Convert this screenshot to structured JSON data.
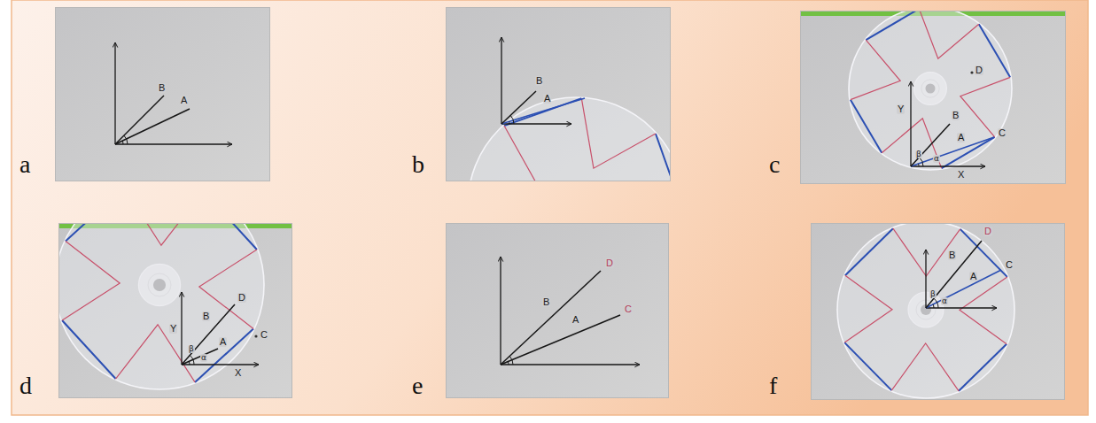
{
  "diagram": {
    "labels": [
      "a",
      "B",
      "A",
      "b",
      "B",
      "A",
      "c",
      "Y",
      "B",
      "D",
      "β",
      "α",
      "A",
      "C",
      "X",
      "d",
      "Y",
      "D",
      "B",
      "C",
      "β",
      "α",
      "A",
      "X",
      "e",
      "D",
      "B",
      "C",
      "A",
      "f",
      "D",
      "B",
      "C",
      "β",
      "α",
      "A"
    ]
  }
}
